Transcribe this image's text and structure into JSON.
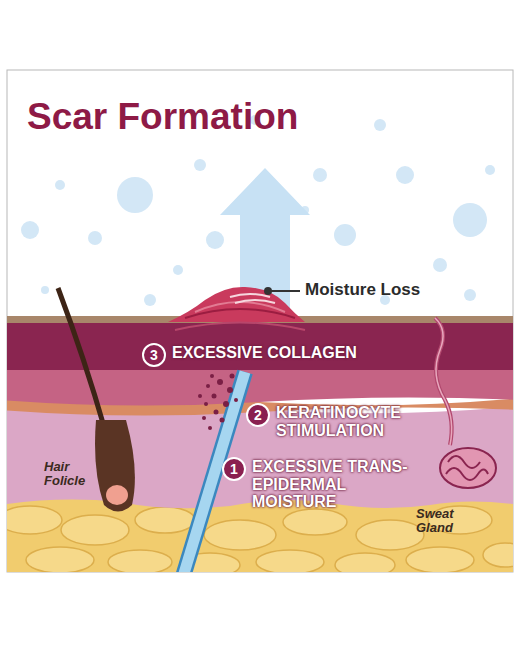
{
  "diagram": {
    "title": "Scar Formation",
    "labels": [
      "Moisture Loss",
      "3",
      "EXCESSIVE COLLAGEN",
      "2",
      "KERATINOCYTE STIMULATION",
      "1",
      "EXCESSIVE TRANS-EPIDERMAL MOISTURE",
      "Hair Folicle",
      "Sweat Gland"
    ]
  }
}
